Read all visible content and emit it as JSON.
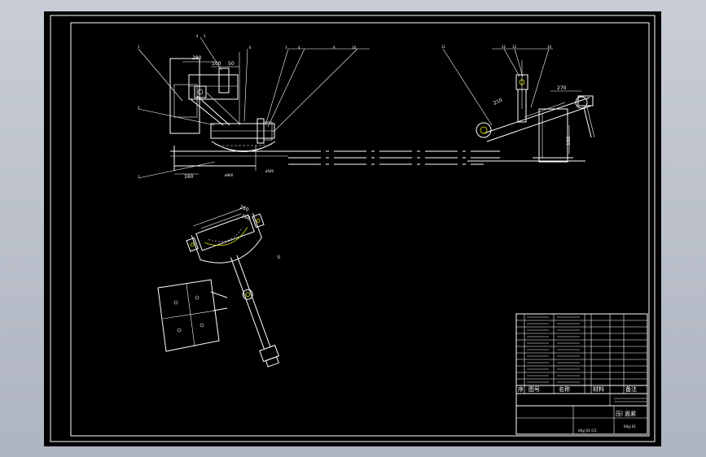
{
  "colors": {
    "background": "#000000",
    "line": "#ffffff",
    "accent": "#ffff00",
    "window_bg": "#b8bec9"
  },
  "side_view": {
    "balloons": [
      "1",
      "2",
      "1",
      "4",
      "5",
      "6",
      "3",
      "4",
      "9",
      "10"
    ],
    "dims": {
      "width_280": "280",
      "width_100": "100",
      "width_50": "50",
      "base_160": "160",
      "dia_900": "ø900",
      "dia_540": "ø540"
    }
  },
  "right_view": {
    "balloons": [
      "11",
      "12",
      "13",
      "14"
    ],
    "dims": {
      "arm_270": "270",
      "arm_210": "210",
      "height_160": "160"
    }
  },
  "plan_view": {
    "dims": {
      "top_250": "250",
      "top_160": "160",
      "side_35": "35"
    }
  },
  "title_block": {
    "header": {
      "col_no": "序",
      "col_code": "图号",
      "col_name": "名称",
      "col_material": "材料",
      "col_note": "备注"
    },
    "title": "压l 面紧",
    "drawing_no": "04yj 01",
    "footer": "04yj 01 0.5"
  }
}
